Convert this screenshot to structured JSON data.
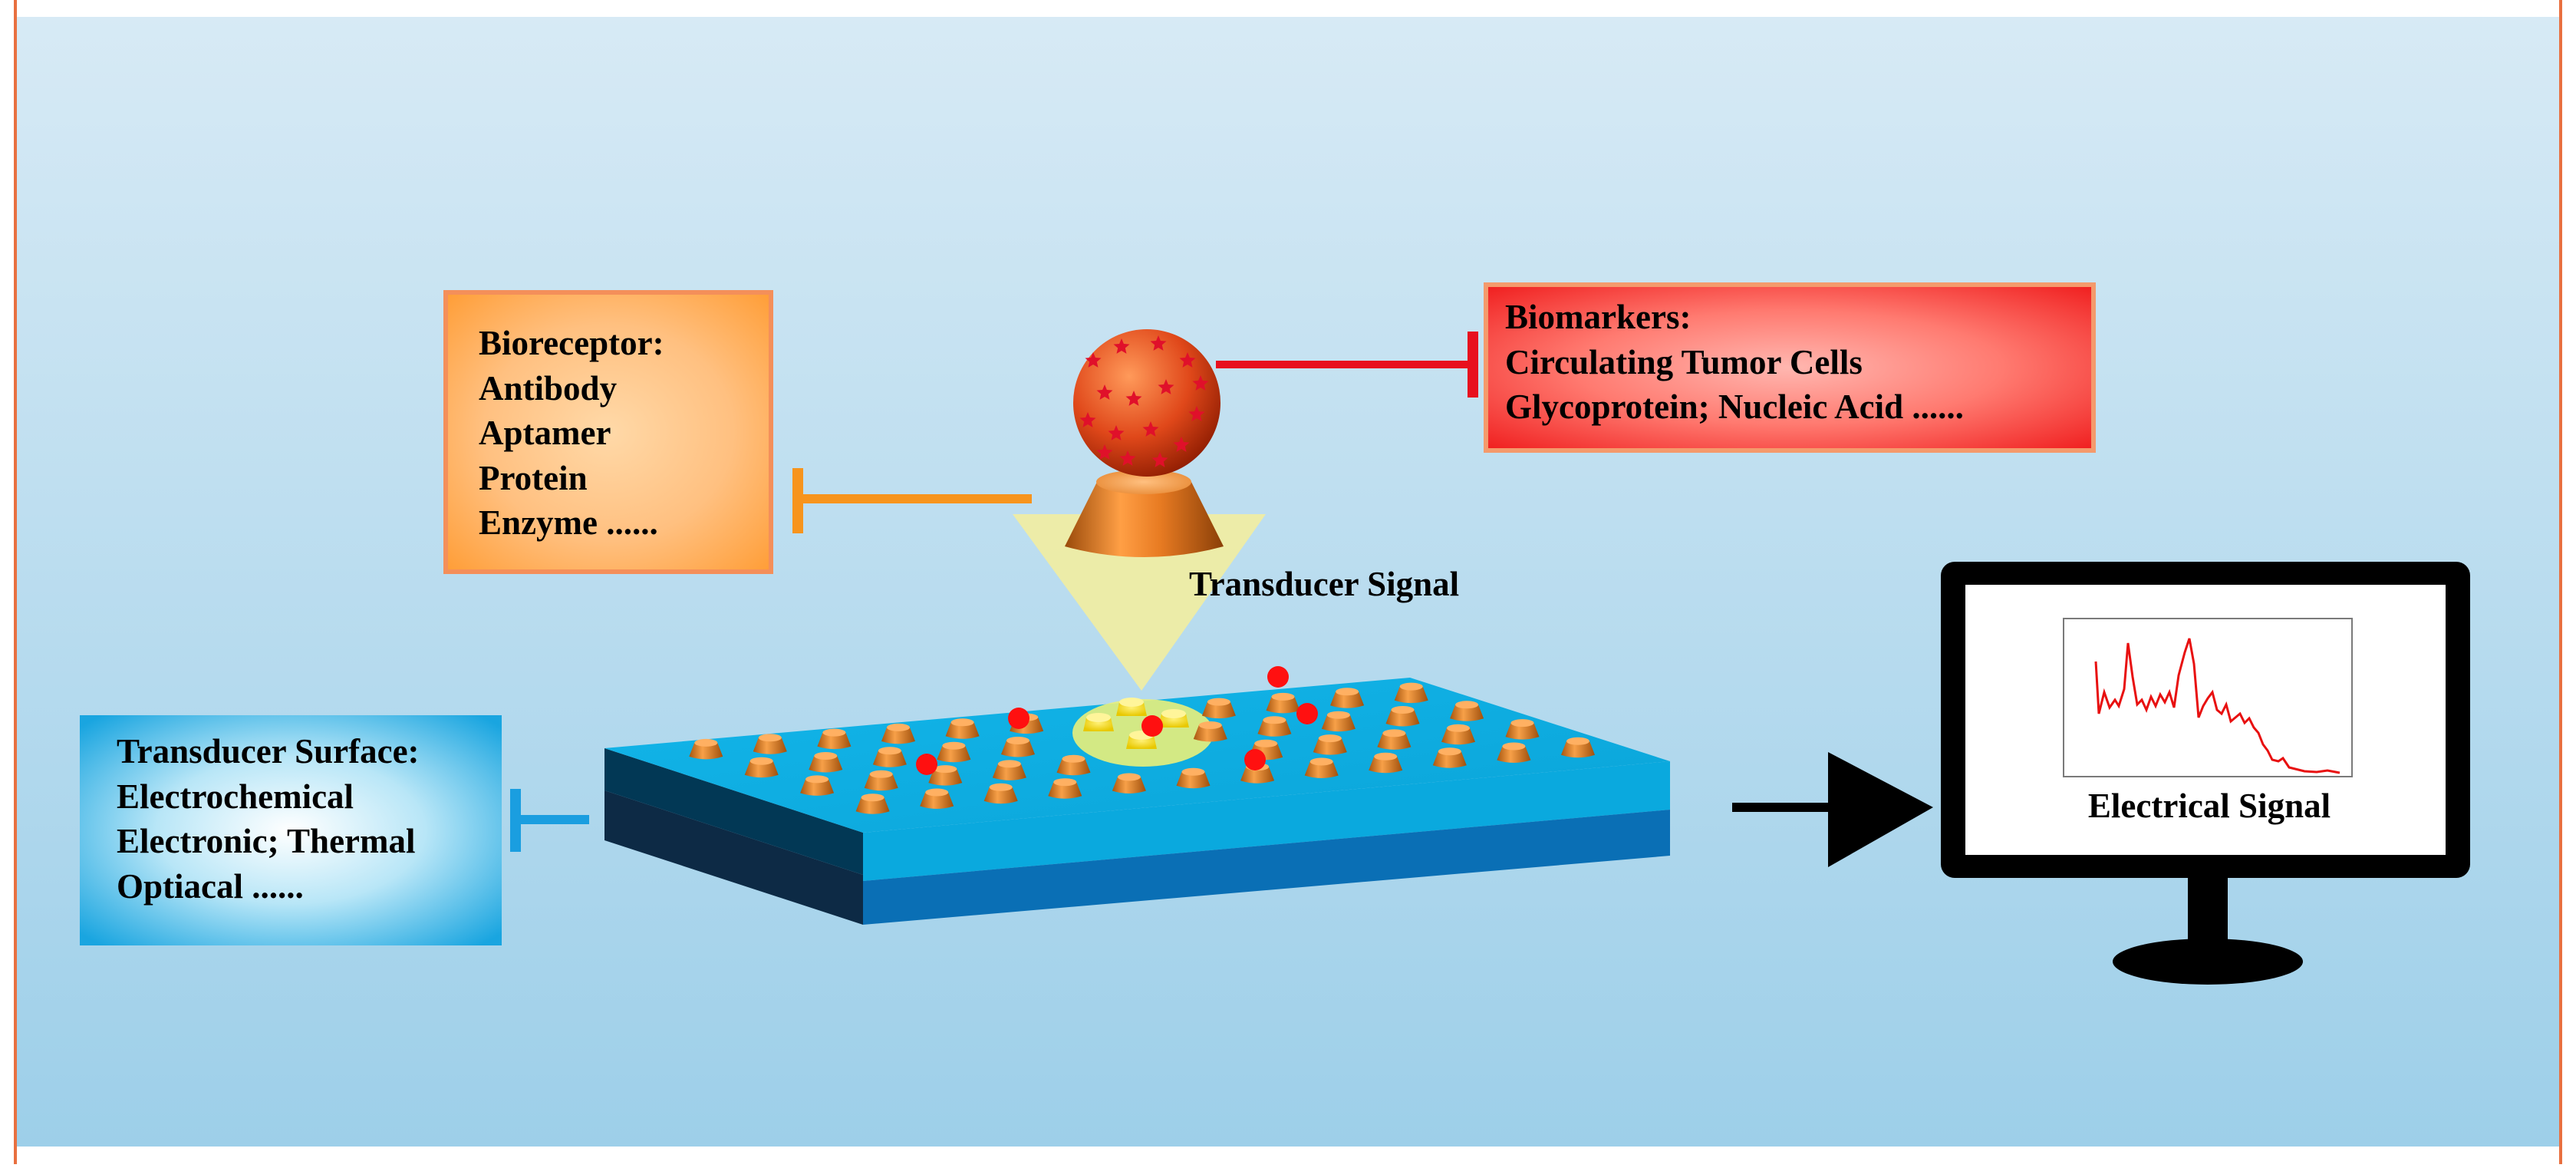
{
  "bioreceptor": {
    "lines": [
      "Bioreceptor:",
      "Antibody",
      "Aptamer",
      "Protein",
      "Enzyme ......"
    ]
  },
  "biomarkers": {
    "lines": [
      "Biomarkers:",
      "Circulating Tumor Cells",
      "Glycoprotein; Nucleic Acid ......"
    ]
  },
  "transducer_surface": {
    "lines": [
      "Transducer Surface:",
      "Electrochemical",
      "Electronic; Thermal",
      "Optiacal  ......"
    ]
  },
  "transducer_signal": {
    "label": "Transducer Signal"
  },
  "electrical_signal": {
    "label": "Electrical Signal"
  },
  "colors": {
    "background_top": "#d7eaf5",
    "background_bottom": "#9dcfe9",
    "frame_border": "#e87040",
    "bioreceptor_connector": "#f7941d",
    "biomarker_connector": "#e8101e",
    "surface_connector": "#1a9ee0",
    "chip_top": "#0ab0e6",
    "cone": "#e87b22",
    "target_cell": "#e84a1a",
    "captured_biomarker": "#ff1010",
    "signal_cone": "#f2eda0",
    "trace": "#e81010"
  },
  "icons": [
    "target-cell-icon",
    "bioreceptor-cone-icon",
    "arrow-right-icon",
    "monitor-icon"
  ]
}
